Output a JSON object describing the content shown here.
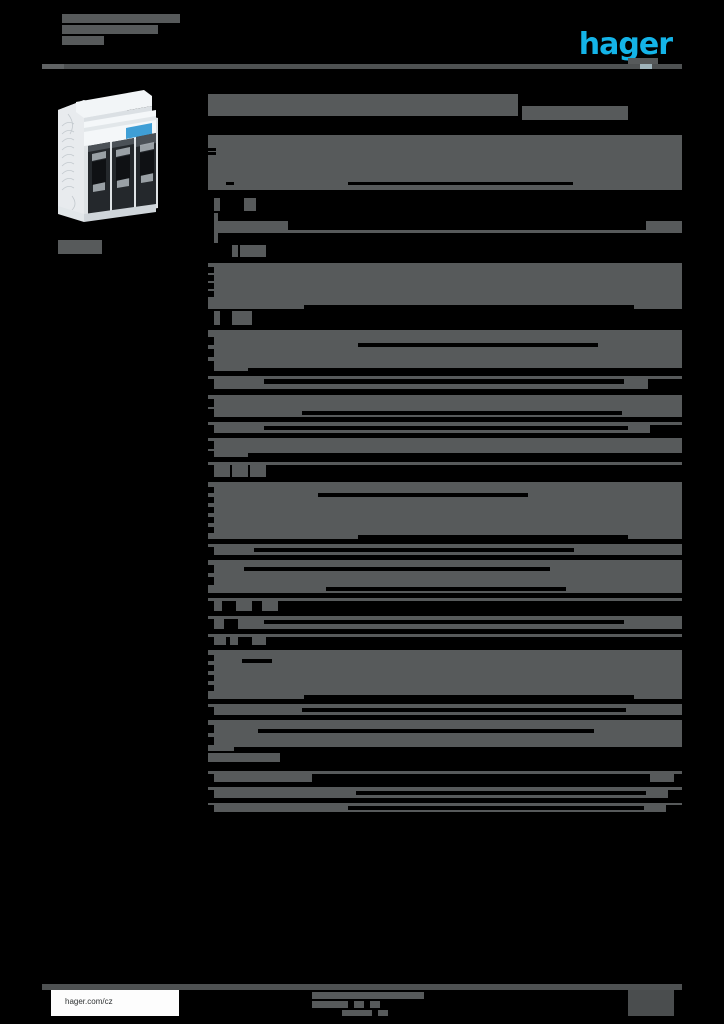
{
  "document": {
    "background_color": "#000000",
    "redaction_color": "#575a5b",
    "brand_color": "#14b4e8",
    "header": {
      "logo_text": "hager",
      "title_lines_redacted": 3
    },
    "title": "",
    "subtitle": "",
    "product_caption": ""
  },
  "figure": {
    "name": "fuse-switch-disconnector-photo",
    "alt": "",
    "caption": ""
  },
  "spec_table": {
    "rows": [
      {
        "label": "",
        "value": "",
        "height": 52,
        "label_w": 70,
        "val_w": 0,
        "gaps": []
      },
      {
        "label": "",
        "value": "",
        "height": 14,
        "label_w": 30,
        "val_w": 0,
        "gaps": []
      },
      {
        "label": "",
        "value": "",
        "height": 14,
        "label_w": 28,
        "val_w": 0,
        "gaps": []
      },
      {
        "label": "",
        "value": "",
        "height": 14,
        "label_w": 34,
        "val_w": 0,
        "gaps": []
      }
    ]
  },
  "footer": {
    "url": "hager.com/cz",
    "center_text": "",
    "right_text": ""
  }
}
